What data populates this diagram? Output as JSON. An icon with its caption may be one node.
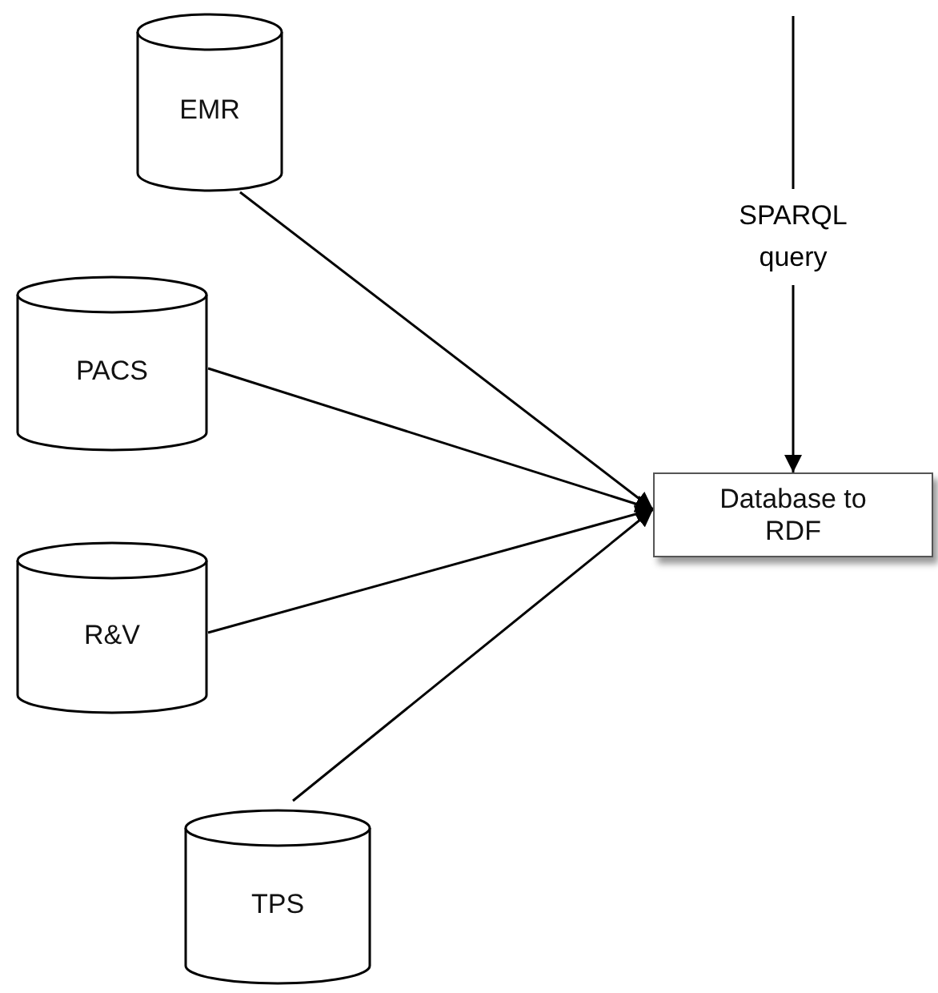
{
  "diagram": {
    "nodes": [
      {
        "text": [
          "EMR"
        ]
      },
      {
        "text": [
          "PACS"
        ]
      },
      {
        "text": [
          "R&V"
        ]
      },
      {
        "text": [
          "TPS"
        ]
      },
      {
        "text": [
          "Database to RDF"
        ]
      }
    ],
    "edges": [
      {
        "from": 0,
        "to": 4,
        "arrow": "to"
      },
      {
        "from": 1,
        "to": 4,
        "arrow": "to"
      },
      {
        "from": 2,
        "to": 4,
        "arrow": "to"
      },
      {
        "from": 3,
        "to": 4,
        "arrow": "to"
      },
      {
        "from": null,
        "to": 4,
        "arrow": "to",
        "label": "SPARQL query"
      }
    ]
  }
}
